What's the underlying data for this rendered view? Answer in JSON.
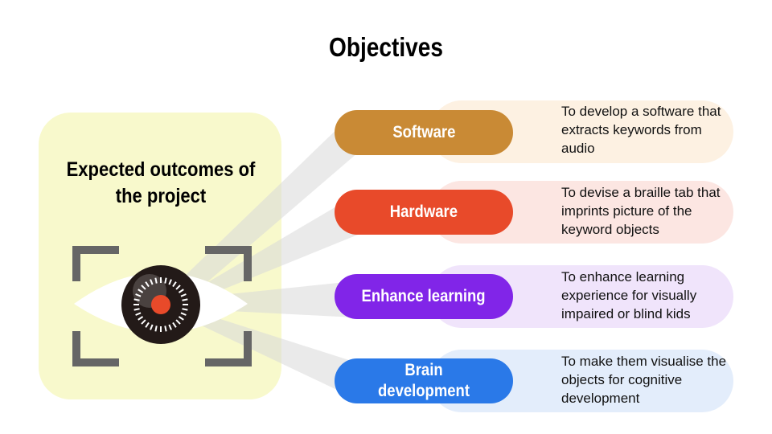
{
  "title": "Objectives",
  "card": {
    "title": "Expected outcomes of the project"
  },
  "rows": [
    {
      "label": "Software",
      "desc": "To develop a software that extracts keywords from audio",
      "color": "#c98a35",
      "bg": "#fdf1e2"
    },
    {
      "label": "Hardware",
      "desc": "To devise a braille tab that imprints picture of the keyword objects",
      "color": "#e84a2a",
      "bg": "#fce6e2"
    },
    {
      "label": "Enhance learning",
      "desc": "To enhance learning experience for visually impaired or blind kids",
      "color": "#8125e8",
      "bg": "#f0e4fb"
    },
    {
      "label": "Brain development",
      "desc": "To make them visualise the objects for cognitive development",
      "color": "#2a79e8",
      "bg": "#e3edfb"
    }
  ]
}
